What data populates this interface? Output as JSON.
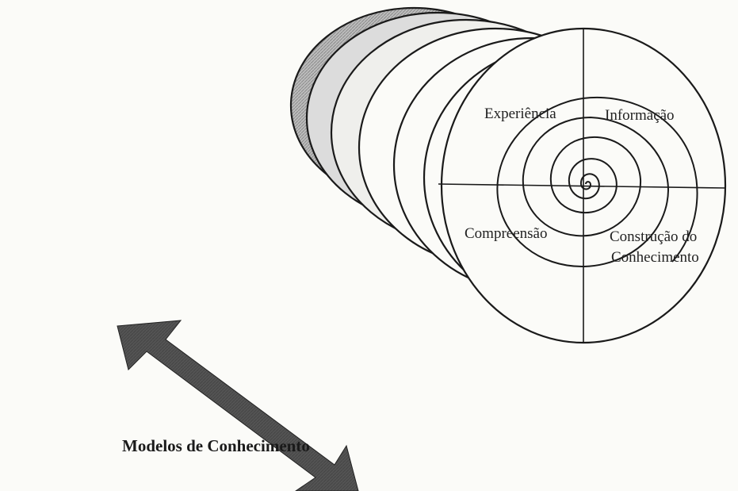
{
  "diagram": {
    "quadrants": {
      "top_left": "Experiência",
      "top_right": "Informação",
      "bottom_left": "Compreensão",
      "bottom_right_line1": "Construção do",
      "bottom_right_line2": "Conhecimento"
    },
    "caption": "Modelos de Conhecimento",
    "colors": {
      "ink": "#1a1a1a",
      "arrow": "#2b2b2b",
      "shaded_disc": "#a9a9a9",
      "paper": "#fbfbf8"
    }
  }
}
